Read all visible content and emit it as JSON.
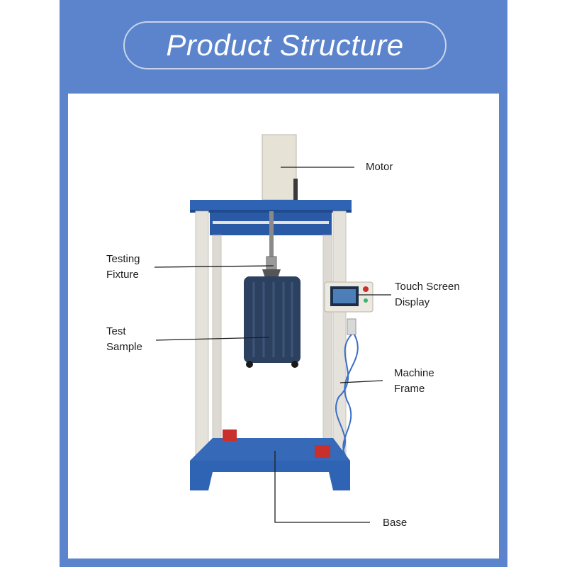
{
  "title": "Product Structure",
  "labels": {
    "motor": "Motor",
    "testing_fixture": "Testing\nFixture",
    "touch_screen": "Touch Screen\nDisplay",
    "test_sample": "Test\nSample",
    "machine_frame": "Machine\nFrame",
    "base": "Base"
  },
  "colors": {
    "frame_blue": "#5b84cc",
    "machine_blue": "#2f63b4",
    "post_grey": "#e4e2da",
    "suitcase": "#2c4160",
    "pedal_red": "#c9302c"
  }
}
